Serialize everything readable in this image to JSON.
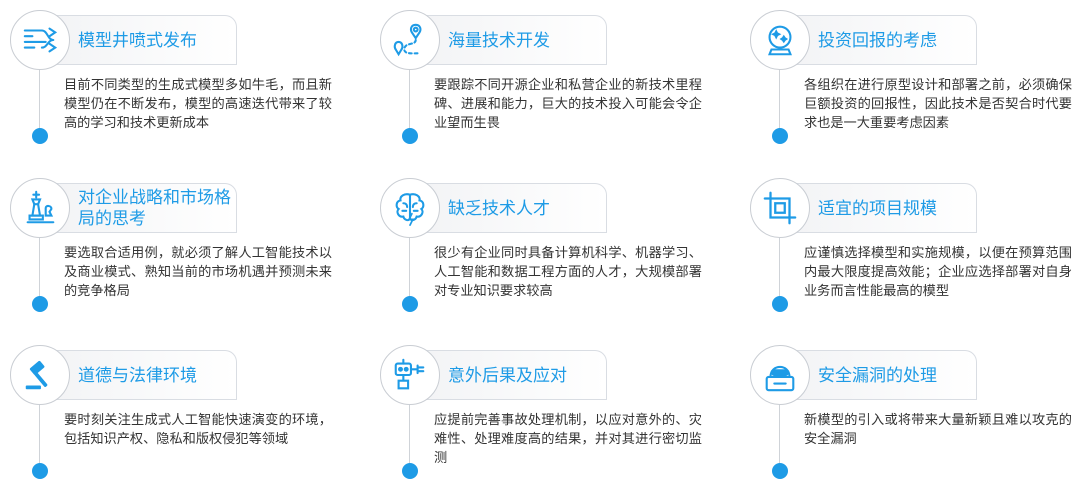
{
  "cards": [
    {
      "title": "模型井喷式发布",
      "icon": "model-streams-icon",
      "desc": "目前不同类型的生成式模型多如牛毛，而且新模型仍在不断发布，模型的高速迭代带来了较高的学习和技术更新成本"
    },
    {
      "title": "海量技术开发",
      "icon": "route-map-icon",
      "desc": "要跟踪不同开源企业和私营企业的新技术里程碑、进展和能力，巨大的技术投入可能会令企业望而生畏"
    },
    {
      "title": "投资回报的考虑",
      "icon": "crystal-ball-icon",
      "desc": "各组织在进行原型设计和部署之前，必须确保巨额投资的回报性，因此技术是否契合时代要求也是一大重要考虑因素"
    },
    {
      "title": "对企业战略和市场格局的思考",
      "icon": "chess-king-icon",
      "desc": "要选取合适用例，就必须了解人工智能技术以及商业模式、熟知当前的市场机遇并预测未来的竞争格局"
    },
    {
      "title": "缺乏技术人才",
      "icon": "brain-icon",
      "desc": "很少有企业同时具备计算机科学、机器学习、人工智能和数据工程方面的人才，大规模部署对专业知识要求较高"
    },
    {
      "title": "适宜的项目规模",
      "icon": "crop-frame-icon",
      "desc": "应谨慎选择模型和实施规模，以便在预算范围内最大限度提高效能；企业应选择部署对自身业务而言性能最高的模型"
    },
    {
      "title": "道德与法律环境",
      "icon": "gavel-icon",
      "desc": "要时刻关注生成式人工智能快速演变的环境，包括知识产权、隐私和版权侵犯等领域"
    },
    {
      "title": "意外后果及应对",
      "icon": "robot-plug-icon",
      "desc": "应提前完善事故处理机制，以应对意外的、灾难性、处理难度高的结果，并对其进行密切监测"
    },
    {
      "title": "安全漏洞的处理",
      "icon": "hacker-icon",
      "desc": "新模型的引入或将带来大量新颖且难以攻克的安全漏洞"
    }
  ],
  "colors": {
    "accent": "#1e9be6",
    "text": "#333333",
    "border": "#d9dde3"
  }
}
